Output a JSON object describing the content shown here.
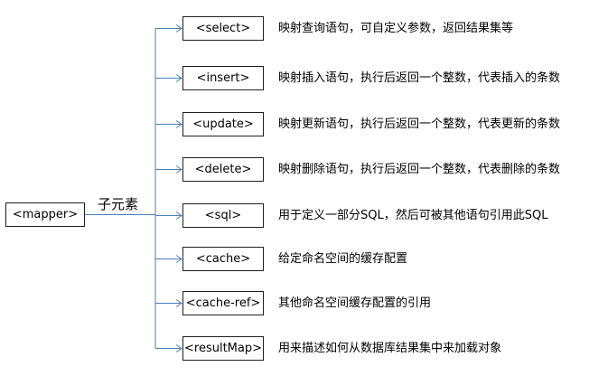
{
  "root": {
    "label": "<mapper>"
  },
  "edge_label": "子元素",
  "children": [
    {
      "tag": "<select>",
      "description": "映射查询语句，可自定义参数，返回结果集等"
    },
    {
      "tag": "<insert>",
      "description": "映射插入语句，执行后返回一个整数，代表插入的条数"
    },
    {
      "tag": "<update>",
      "description": "映射更新语句，执行后返回一个整数，代表更新的条数"
    },
    {
      "tag": "<delete>",
      "description": "映射删除语句，执行后返回一个整数，代表删除的条数"
    },
    {
      "tag": "<sql>",
      "description": "用于定义一部分SQL，然后可被其他语句引用此SQL"
    },
    {
      "tag": "<cache>",
      "description": "给定命名空间的缓存配置"
    },
    {
      "tag": "<cache-ref>",
      "description": "其他命名空间缓存配置的引用"
    },
    {
      "tag": "<resultMap>",
      "description": "用来描述如何从数据库结果集中来加载对象"
    }
  ],
  "colors": {
    "connector": "#4a7ebb",
    "box_border": "#1f1f1f"
  }
}
